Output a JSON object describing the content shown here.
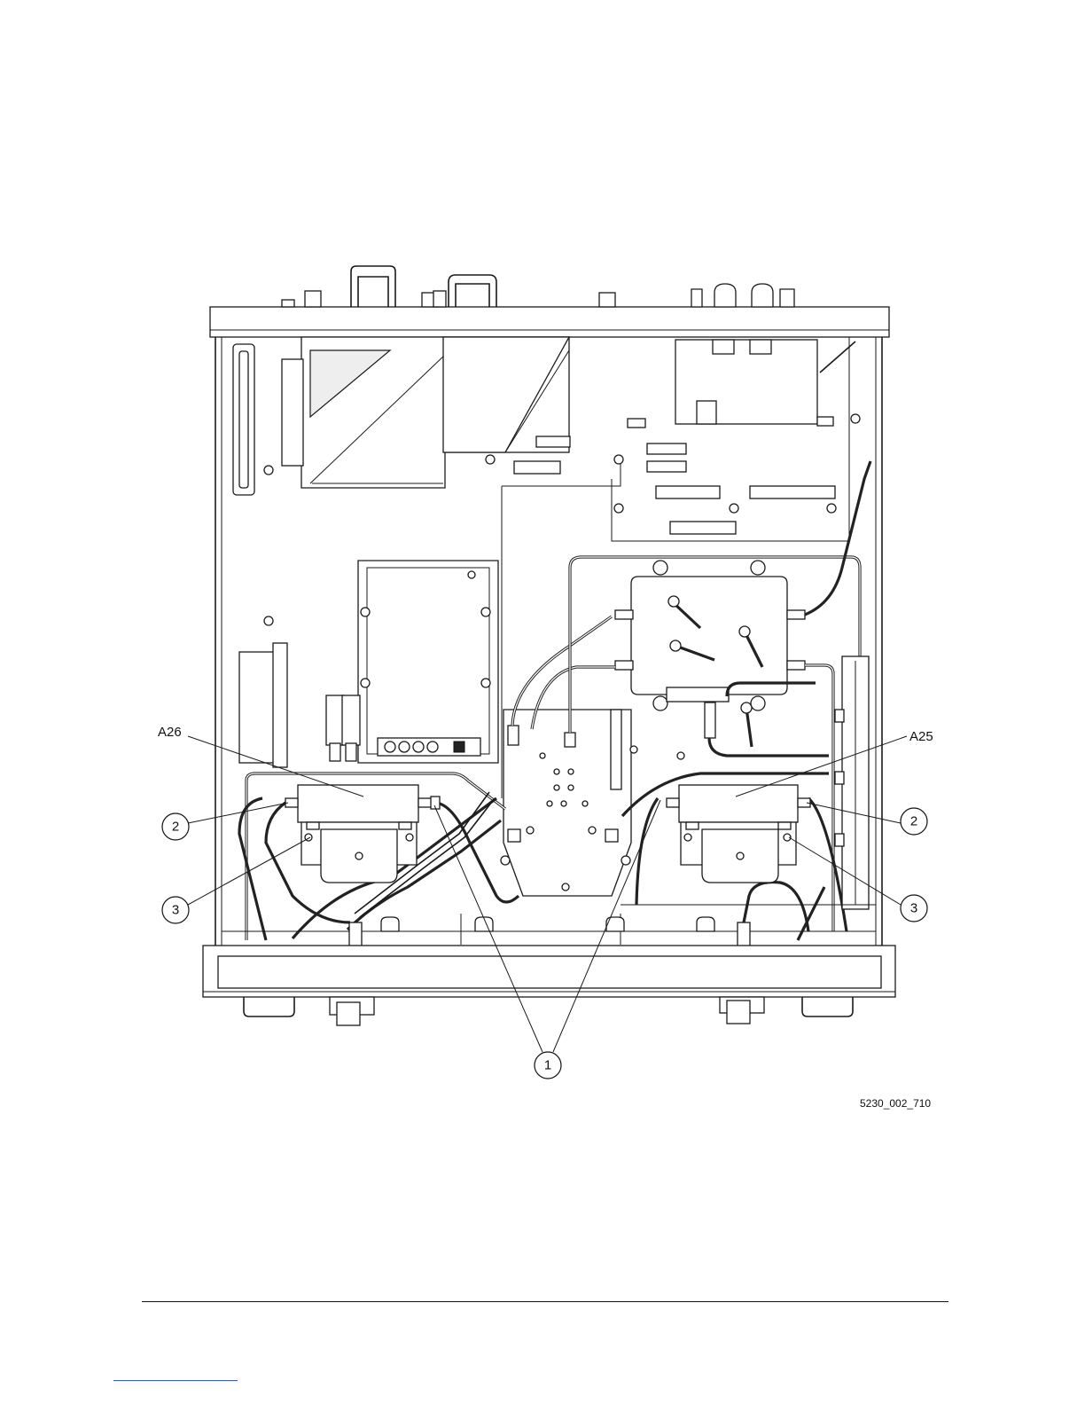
{
  "diagram": {
    "labels": {
      "a26": "A26",
      "a25": "A25"
    },
    "callouts": {
      "c1": "1",
      "c2_left": "2",
      "c2_right": "2",
      "c3_left": "3",
      "c3_right": "3"
    },
    "figure_id": "5230_002_710"
  }
}
